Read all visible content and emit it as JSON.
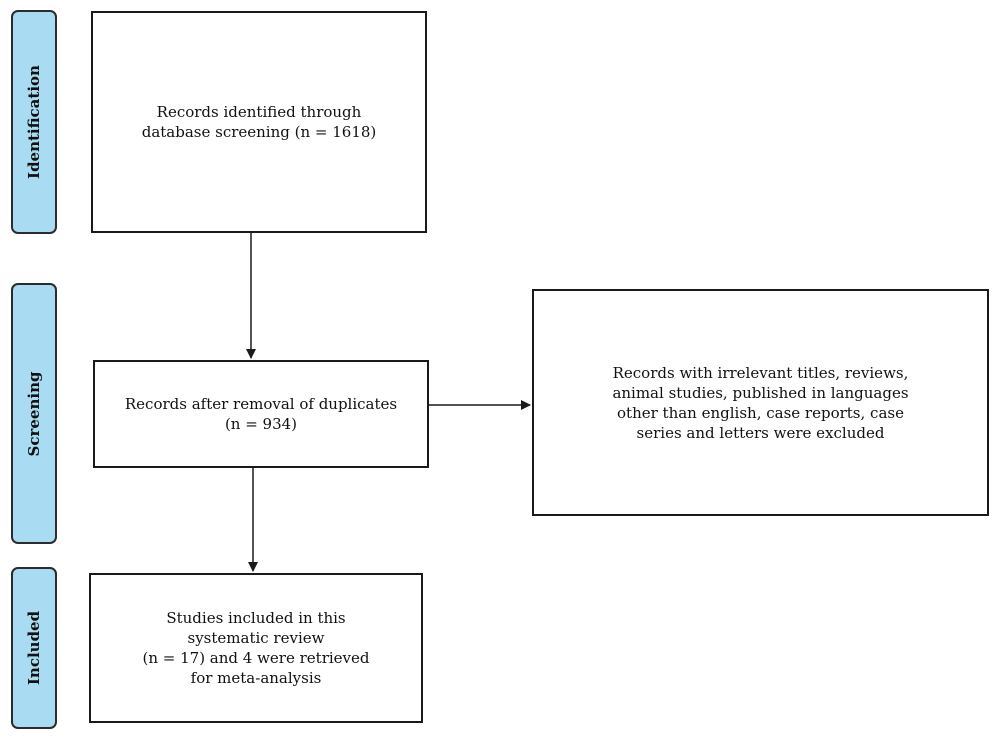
{
  "stages": {
    "identification": "Identification",
    "screening": "Screening",
    "included": "Included"
  },
  "boxes": {
    "records_identified": "Records identified through\ndatabase screening (n = 1618)",
    "after_duplicates": "Records after removal of duplicates\n(n = 934)",
    "excluded": "Records with irrelevant titles, reviews,\nanimal studies, published in languages\nother than english, case reports, case\nseries and letters were excluded",
    "included_studies": "Studies included in this\nsystematic review\n(n = 17) and 4 were retrieved\nfor meta-analysis"
  },
  "colors": {
    "stage_fill": "#a9dbf3",
    "border": "#1a1a1a"
  }
}
